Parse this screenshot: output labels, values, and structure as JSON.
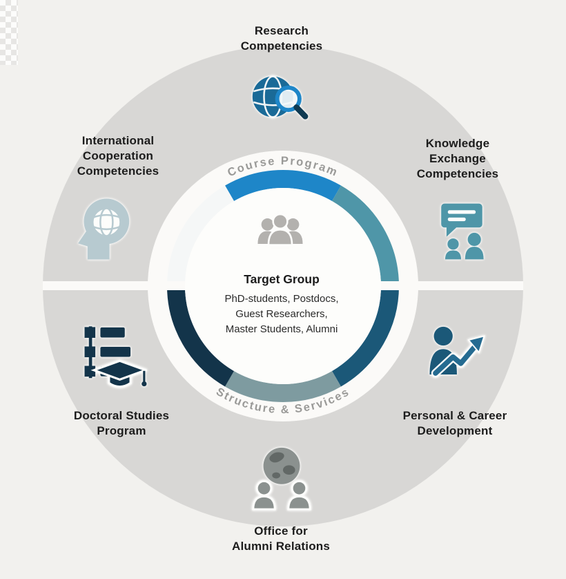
{
  "colors": {
    "page_bg": "#f2f1ee",
    "outer_circle": "#d8d7d5",
    "inner_circle": "#fbfaf8",
    "center_circle": "#fdfdfb",
    "divider": "#fbfaf8",
    "curved_text": "#9a9a98",
    "label_text": "#1c1c1c"
  },
  "ring": {
    "top_label": "Course Program",
    "bottom_label": "Structure & Services"
  },
  "center": {
    "icon": "people-group-icon",
    "icon_color": "#b3b1ae",
    "title": "Target Group",
    "description": "PhD-students, Postdocs,\nGuest Researchers,\nMaster Students, Alumni"
  },
  "sections": [
    {
      "id": "research",
      "label": "Research\nCompetencies",
      "icon": "globe-magnifier-icon",
      "color": "#1e86c8",
      "icon_color": "#1a6a97"
    },
    {
      "id": "knowledge-exchange",
      "label": "Knowledge\nExchange\nCompetencies",
      "icon": "presentation-discussion-icon",
      "color": "#4f96a8",
      "icon_color": "#4f96a8"
    },
    {
      "id": "personal-career",
      "label": "Personal & Career\nDevelopment",
      "icon": "person-growth-arrow-icon",
      "color": "#1b5878",
      "icon_color": "#1b5878"
    },
    {
      "id": "alumni-office",
      "label": "Office for\nAlumni Relations",
      "icon": "globe-people-icon",
      "color": "#7e9ba0",
      "icon_color": "#8b918f"
    },
    {
      "id": "doctoral-studies",
      "label": "Doctoral Studies\nProgram",
      "icon": "timeline-graduation-icon",
      "color": "#13344a",
      "icon_color": "#13344a"
    },
    {
      "id": "international-cooperation",
      "label": "International\nCooperation\nCompetencies",
      "icon": "head-globe-icon",
      "color": "#f5f7f7",
      "icon_color": "#b7cad0"
    }
  ]
}
